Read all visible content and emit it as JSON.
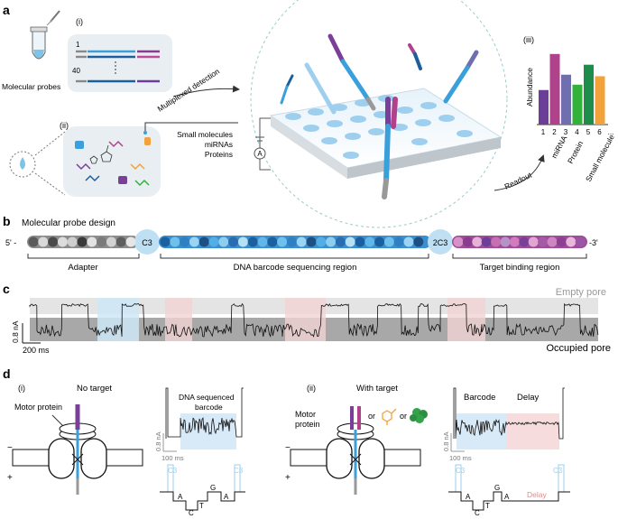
{
  "panel_a": {
    "label": "a",
    "sub_i": "(i)",
    "sub_ii": "(ii)",
    "sub_iii": "(iii)",
    "probe_caption": "Molecular probes",
    "row_first": "1",
    "row_last": "40",
    "multiplex_label": "Multiplexed detection",
    "analytes": [
      "Small molecules",
      "miRNAs",
      "Proteins"
    ],
    "ammeter": "A",
    "readout_label": "Readout",
    "chart_ylabel": "Abundance",
    "chart_xlabels": [
      "1",
      "2",
      "3",
      "4",
      "5",
      "6",
      "..."
    ],
    "chart_categories": [
      "miRNA",
      "Protein",
      "Small molecule"
    ]
  },
  "chart_data": {
    "type": "bar",
    "title": "",
    "xlabel": "",
    "ylabel": "Abundance",
    "categories": [
      "1",
      "2",
      "3",
      "4",
      "5",
      "6"
    ],
    "values": [
      0.45,
      0.92,
      0.65,
      0.52,
      0.78,
      0.63
    ],
    "colors": [
      "#6b3e98",
      "#b0428c",
      "#6f6fb0",
      "#33b23a",
      "#1e8c4a",
      "#f2a23a"
    ],
    "ylim": [
      0,
      1
    ]
  },
  "panel_b": {
    "label": "b",
    "title": "Molecular probe design",
    "five_prime": "5' -",
    "three_prime": "-3'",
    "c3": "C3",
    "two_c3": "2C3",
    "adapter": "Adapter",
    "barcode_region": "DNA barcode sequencing region",
    "target_region": "Target binding region"
  },
  "panel_c": {
    "label": "c",
    "empty": "Empty pore",
    "occupied": "Occupied pore",
    "scale_y": "0.8 nA",
    "scale_x": "200 ms"
  },
  "panel_d": {
    "label": "d",
    "sub_i": "(i)",
    "sub_ii": "(ii)",
    "no_target": "No target",
    "with_target": "With target",
    "motor": "Motor protein",
    "minus": "−",
    "plus": "+",
    "dna_sequenced": "DNA sequenced barcode",
    "scale_nA": "0.8 nA",
    "scale_ms": "100 ms",
    "barcode": "Barcode",
    "delay": "Delay",
    "or": "or",
    "c3": "C3",
    "step_letters_i": [
      "A",
      "C",
      "T",
      "G",
      "A"
    ],
    "step_letters_ii": [
      "A",
      "C",
      "T",
      "G",
      "A"
    ],
    "delay_step": "Delay"
  },
  "colors": {
    "blue": "#3aa0dc",
    "dark_blue": "#1b5f9e",
    "purple": "#7a3f98",
    "magenta": "#b0428c",
    "grey": "#8a8a8a",
    "light_blue_bg": "#d9ecf8",
    "pink_bg": "#f6dcdc",
    "orange": "#f2a23a",
    "green": "#33b23a"
  }
}
